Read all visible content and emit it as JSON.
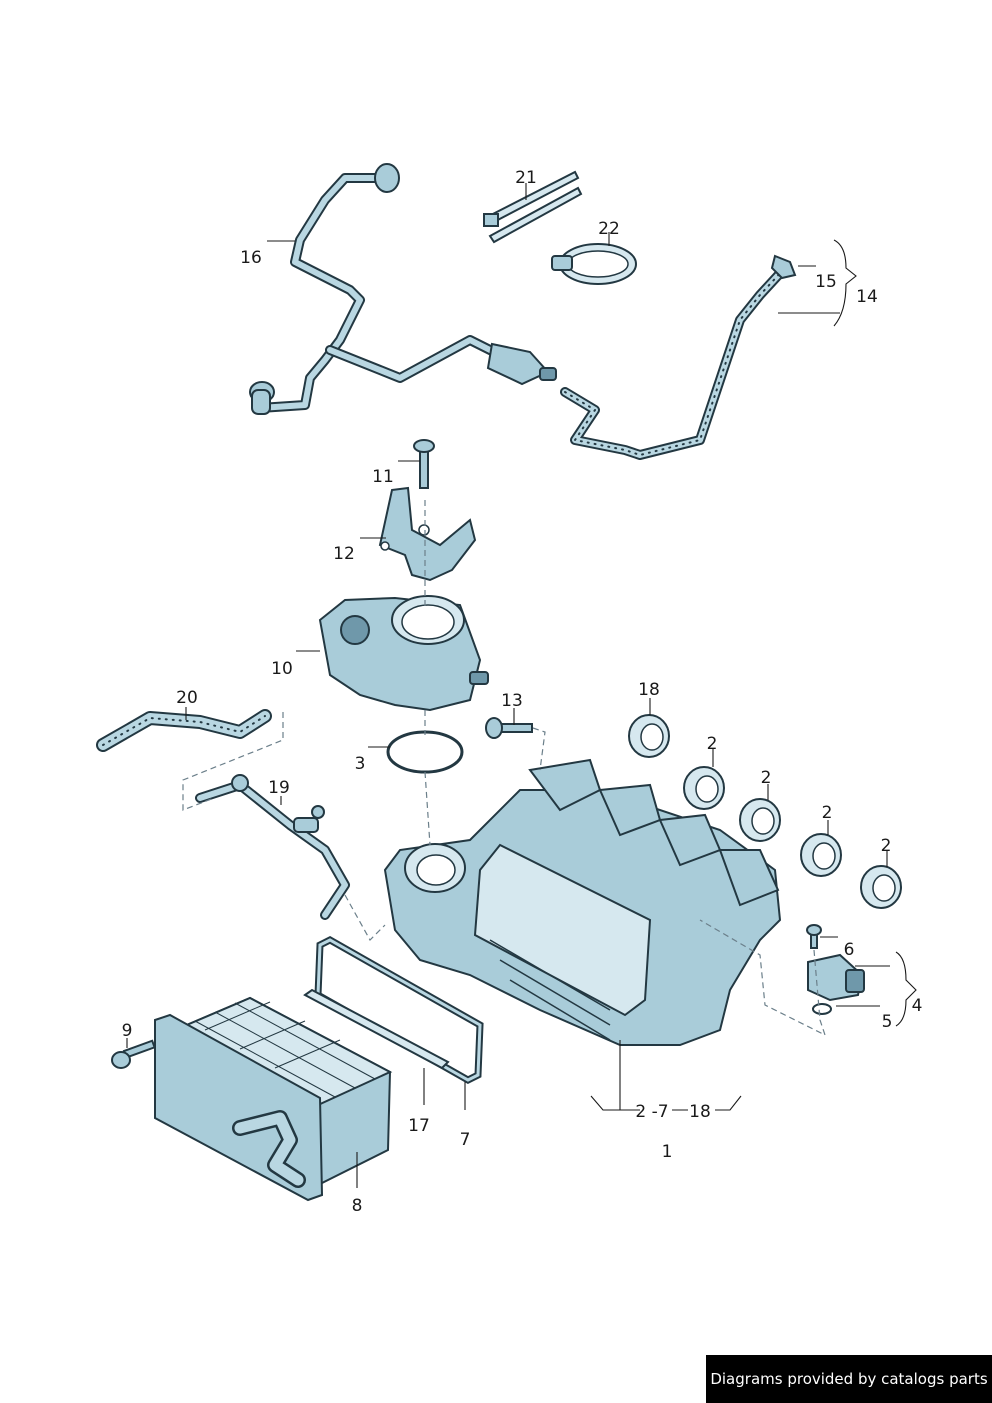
{
  "callouts": [
    {
      "id": "c1",
      "text": "1"
    },
    {
      "id": "c2a",
      "text": "2"
    },
    {
      "id": "c2b",
      "text": "2"
    },
    {
      "id": "c2c",
      "text": "2"
    },
    {
      "id": "c2d",
      "text": "2"
    },
    {
      "id": "c2-7",
      "text": "2 -7"
    },
    {
      "id": "c3",
      "text": "3"
    },
    {
      "id": "c4",
      "text": "4"
    },
    {
      "id": "c5",
      "text": "5"
    },
    {
      "id": "c6",
      "text": "6"
    },
    {
      "id": "c7",
      "text": "7"
    },
    {
      "id": "c8",
      "text": "8"
    },
    {
      "id": "c9",
      "text": "9"
    },
    {
      "id": "c10",
      "text": "10"
    },
    {
      "id": "c11",
      "text": "11"
    },
    {
      "id": "c12",
      "text": "12"
    },
    {
      "id": "c13",
      "text": "13"
    },
    {
      "id": "c14",
      "text": "14"
    },
    {
      "id": "c15",
      "text": "15"
    },
    {
      "id": "c16",
      "text": "16"
    },
    {
      "id": "c17",
      "text": "17"
    },
    {
      "id": "c18a",
      "text": "18"
    },
    {
      "id": "c18b",
      "text": "18"
    },
    {
      "id": "c19",
      "text": "19"
    },
    {
      "id": "c20",
      "text": "20"
    },
    {
      "id": "c21",
      "text": "21"
    },
    {
      "id": "c22",
      "text": "22"
    }
  ],
  "credit": "Diagrams provided by catalogs parts",
  "colors": {
    "part": "#a9ccd9",
    "outline": "#233842",
    "credit_bg": "#000000",
    "credit_text": "#ffffff"
  }
}
